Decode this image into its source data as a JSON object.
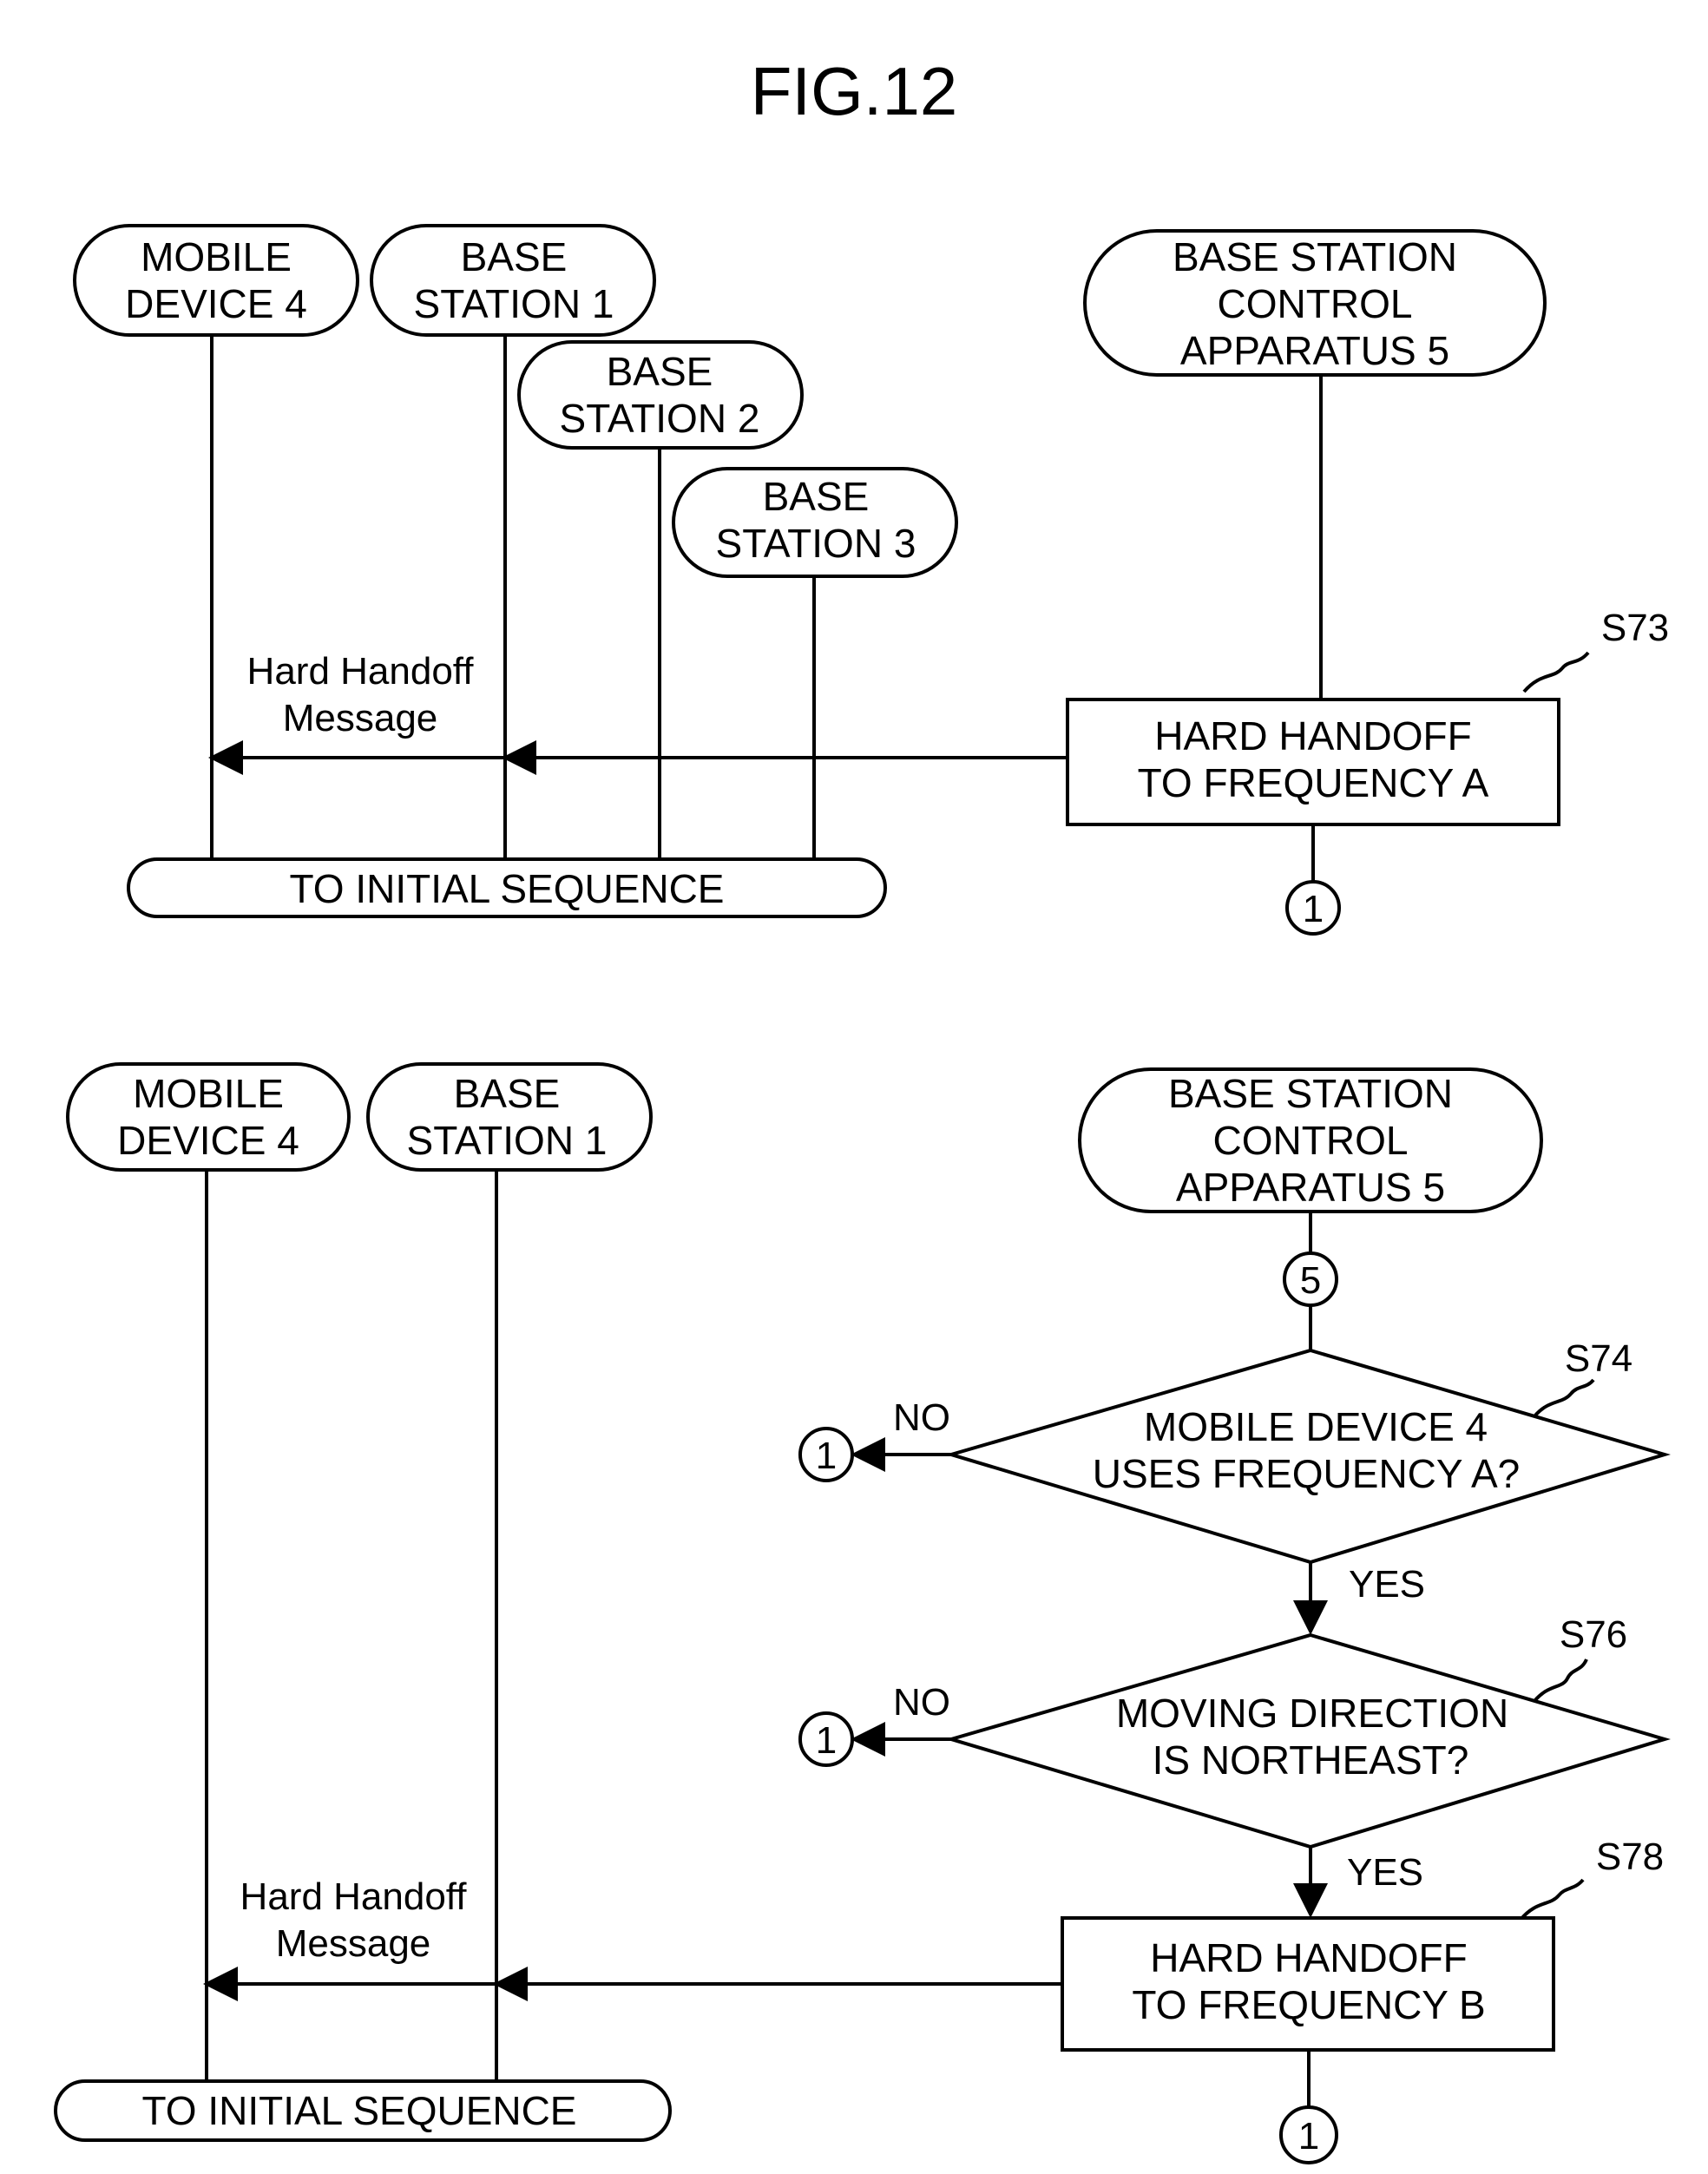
{
  "figure_title": "FIG.12",
  "top": {
    "entities": {
      "mobile_device": [
        "MOBILE",
        "DEVICE 4"
      ],
      "base_station_1": [
        "BASE",
        "STATION 1"
      ],
      "base_station_2": [
        "BASE",
        "STATION 2"
      ],
      "base_station_3": [
        "BASE",
        "STATION 3"
      ],
      "control_apparatus": [
        "BASE STATION",
        "CONTROL",
        "APPARATUS 5"
      ]
    },
    "message": [
      "Hard Handoff",
      "Message"
    ],
    "step_id": "S73",
    "step_box": [
      "HARD HANDOFF",
      "TO FREQUENCY A"
    ],
    "connector": "1",
    "terminal": "TO INITIAL SEQUENCE"
  },
  "bottom": {
    "entities": {
      "mobile_device": [
        "MOBILE",
        "DEVICE 4"
      ],
      "base_station_1": [
        "BASE",
        "STATION 1"
      ],
      "control_apparatus": [
        "BASE STATION",
        "CONTROL",
        "APPARATUS 5"
      ]
    },
    "connector_in": "5",
    "decision_1": {
      "id": "S74",
      "text": [
        "MOBILE DEVICE 4",
        "USES FREQUENCY A?"
      ],
      "no": "NO",
      "yes": "YES",
      "no_connector": "1"
    },
    "decision_2": {
      "id": "S76",
      "text": [
        "MOVING DIRECTION",
        "IS NORTHEAST?"
      ],
      "no": "NO",
      "yes": "YES",
      "no_connector": "1"
    },
    "step_id": "S78",
    "step_box": [
      "HARD HANDOFF",
      "TO FREQUENCY B"
    ],
    "message": [
      "Hard Handoff",
      "Message"
    ],
    "connector_out": "1",
    "terminal": "TO INITIAL SEQUENCE"
  }
}
